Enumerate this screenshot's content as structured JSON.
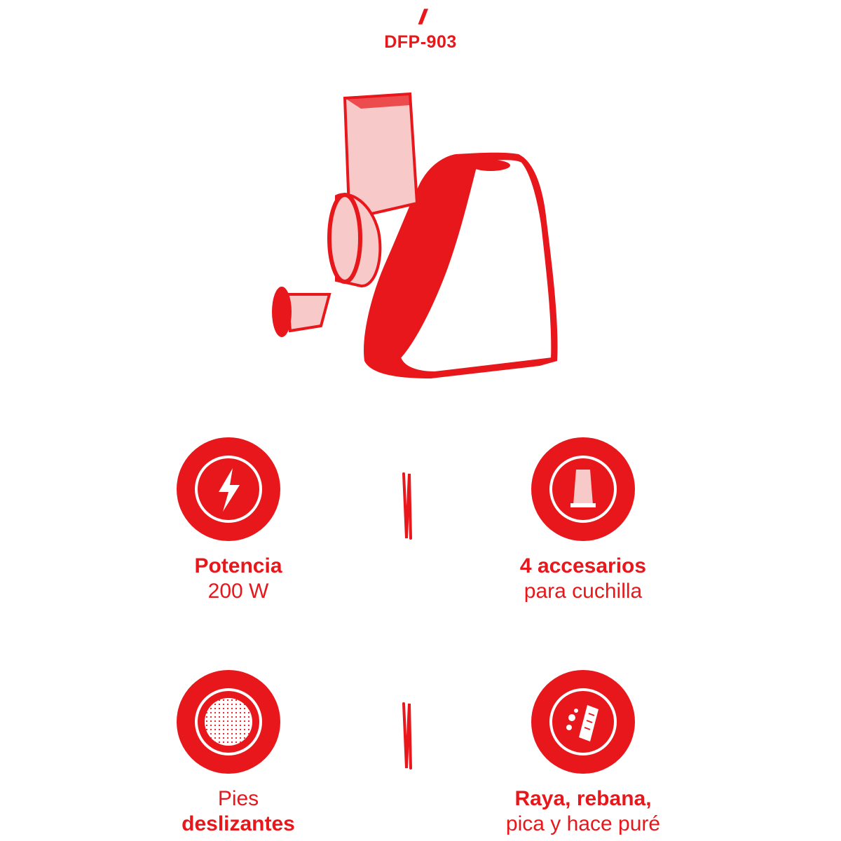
{
  "header": {
    "mark": "//",
    "model": "DFP-903"
  },
  "product": {
    "icon": "food-processor-illustration"
  },
  "features": [
    {
      "icon": "lightning-bolt-icon",
      "bold": "Potencia",
      "normal": "200 W"
    },
    {
      "icon": "blade-accessory-icon",
      "bold": "4 accesarios",
      "normal": "para cuchilla"
    },
    {
      "icon": "non-slip-feet-icon",
      "normal": "Pies",
      "bold": "deslizantes"
    },
    {
      "icon": "grater-icon",
      "bold": "Raya, rebana,",
      "normal": "pica y hace puré"
    }
  ],
  "colors": {
    "accent": "#e8171b",
    "background": "#ffffff"
  }
}
